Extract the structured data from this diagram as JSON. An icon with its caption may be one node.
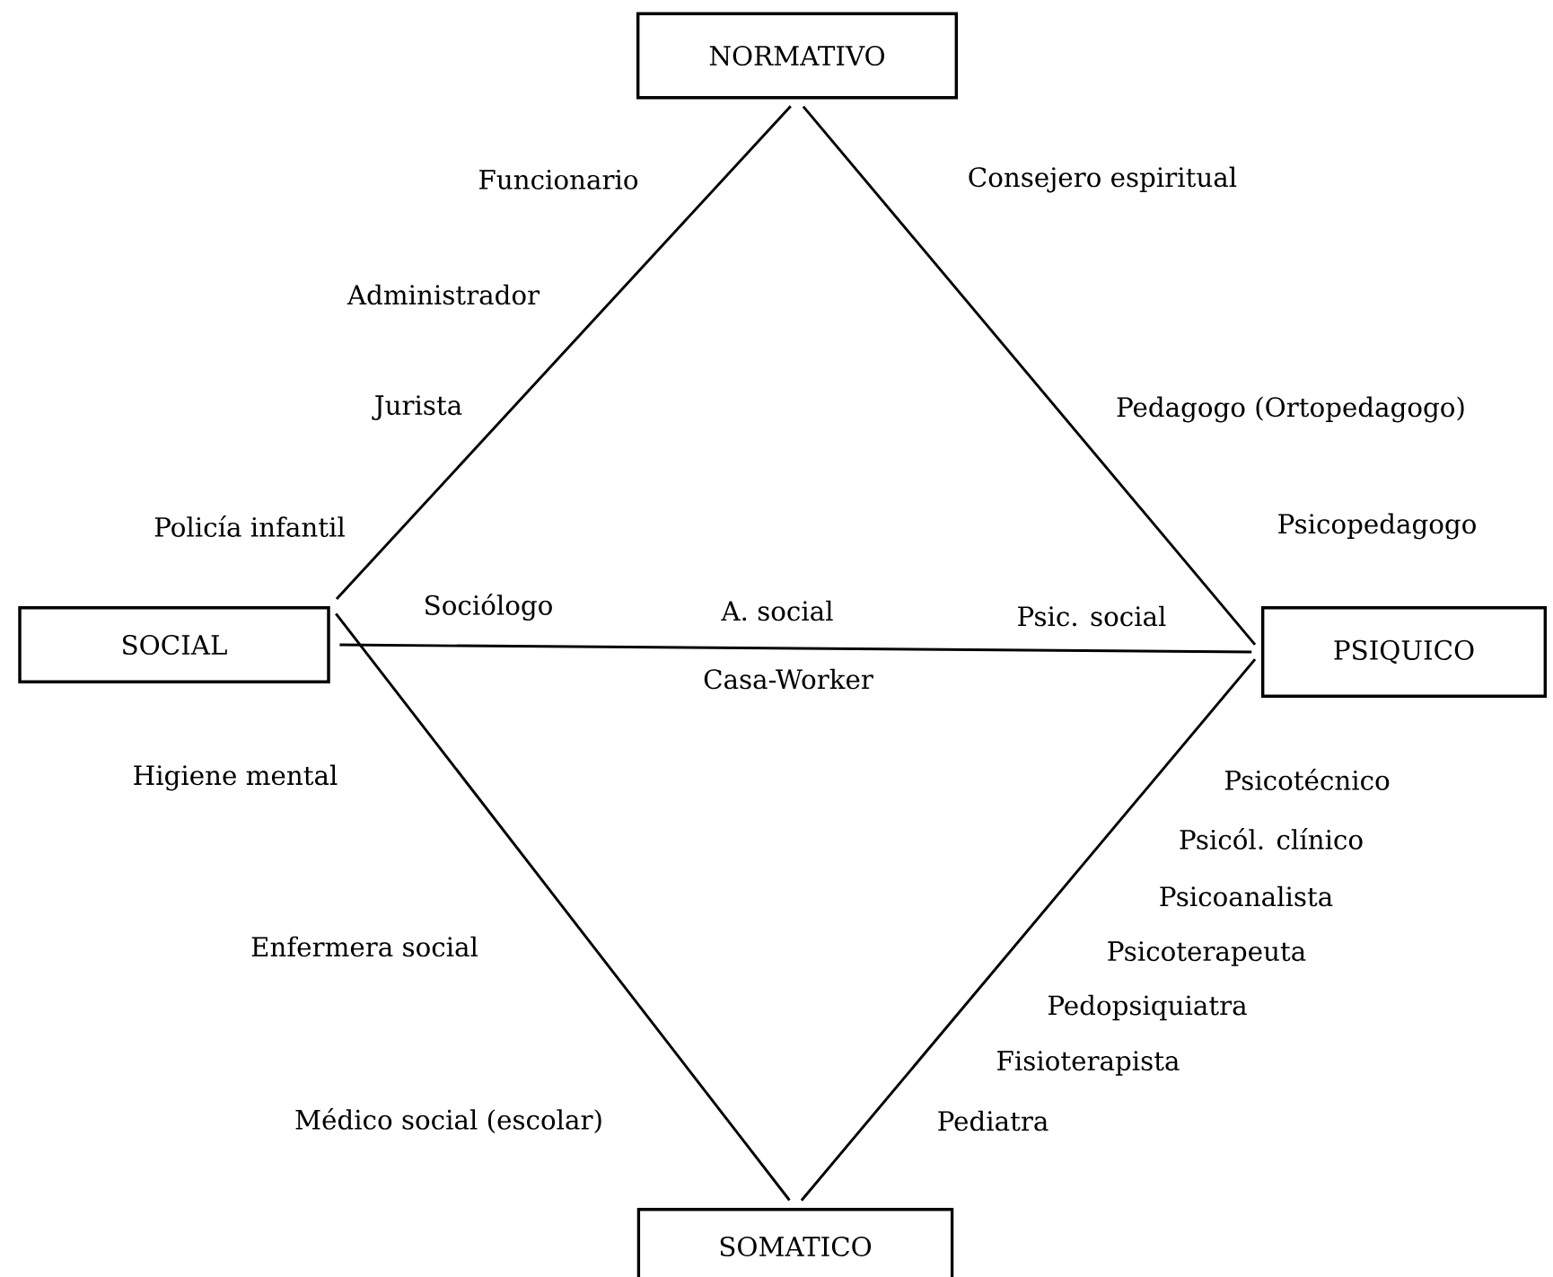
{
  "diagram": {
    "nodes": [
      {
        "text": [
          "NORMATIVO"
        ]
      },
      {
        "text": [
          "SOCIAL"
        ]
      },
      {
        "text": [
          "PSIQUICO"
        ]
      },
      {
        "text": [
          "SOMATICO"
        ]
      }
    ],
    "edges": [
      {
        "from": 0,
        "to": 1,
        "arrow": "none"
      },
      {
        "from": 0,
        "to": 2,
        "arrow": "none"
      },
      {
        "from": 1,
        "to": 2,
        "arrow": "none"
      },
      {
        "from": 1,
        "to": 3,
        "arrow": "none"
      },
      {
        "from": 2,
        "to": 3,
        "arrow": "none"
      }
    ],
    "labels": [
      "Funcionario",
      "Consejero espiritual",
      "Administrador",
      "Jurista",
      "Pedagogo (Ortopedagogo)",
      "Policía infantil",
      "Psicopedagogo",
      "Sociólogo",
      "A. social",
      "Psic. social",
      "Casa-Worker",
      "Higiene mental",
      "Psicotécnico",
      "Psicól. clínico",
      "Psicoanalista",
      "Enfermera social",
      "Psicoterapeuta",
      "Pedopsiquiatra",
      "Fisioterapista",
      "Médico social (escolar)",
      "Pediatra"
    ]
  }
}
